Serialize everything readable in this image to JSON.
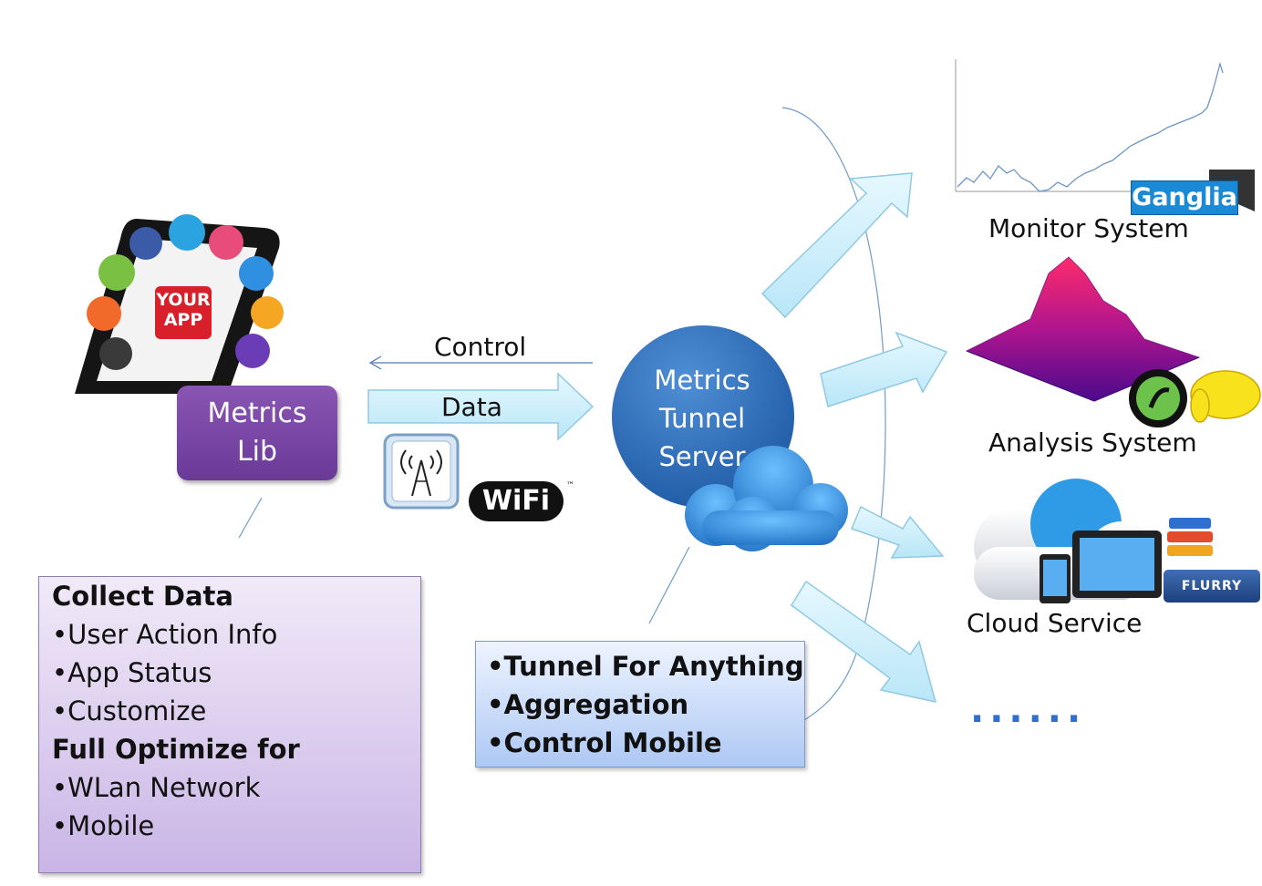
{
  "app": {
    "badge_line1": "YOUR",
    "badge_line2": "APP"
  },
  "metrics_lib": {
    "line1": "Metrics",
    "line2": "Lib"
  },
  "flows": {
    "control": "Control",
    "data": "Data"
  },
  "wifi": {
    "logo_text": "WiFi",
    "trademark": "™"
  },
  "server": {
    "line1": "Metrics",
    "line2": "Tunnel",
    "line3": "Server"
  },
  "destinations": {
    "monitor": {
      "label": "Monitor System",
      "badge": "Ganglia"
    },
    "analysis": {
      "label": "Analysis System"
    },
    "cloud": {
      "label": "Cloud Service",
      "badge": "FLURRY"
    },
    "more": {
      "label": "......"
    }
  },
  "collect_box": {
    "heading1": "Collect Data",
    "items1": [
      "•User Action Info",
      "•App Status",
      "•Customize"
    ],
    "heading2": "Full Optimize for",
    "items2": [
      "•WLan Network",
      "•Mobile"
    ]
  },
  "tunnel_box": {
    "items": [
      "•Tunnel For Anything",
      "•Aggregation",
      "•Control Mobile"
    ]
  },
  "colors": {
    "arrow_fill": "#d3f0fb",
    "arrow_stroke": "#8fc9e3",
    "lib_purple": "#7a48a8",
    "server_blue": "#2a67b3",
    "cloud_blue": "#3b8fd9"
  }
}
